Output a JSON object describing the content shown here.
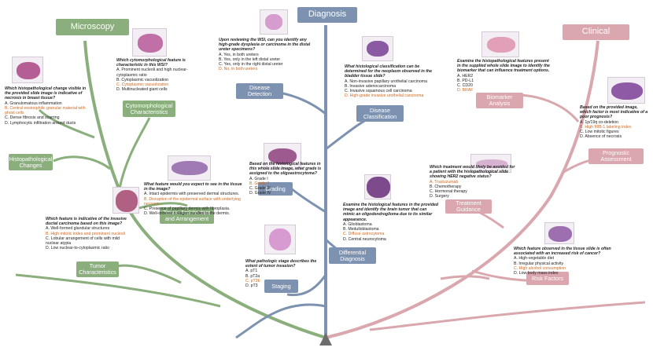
{
  "colors": {
    "microscopy": "#8aae7c",
    "diagnosis": "#7d92b0",
    "clinical": "#d9a7ad",
    "answer": "#d2691e",
    "trunk": "#6d6d6d"
  },
  "main": {
    "microscopy": "Microscopy",
    "diagnosis": "Diagnosis",
    "clinical": "Clinical"
  },
  "tasks": {
    "histo": "Histopathological Changes",
    "cyto": "Cytomorphological Characteristics",
    "tissue": "Tissue Architecture and Arrangement",
    "tumor": "Tumor Characteristics",
    "detect": "Disease Detection",
    "classif": "Disease Classification",
    "grading": "Grading",
    "staging": "Staging",
    "diff": "Differential Diagnosis",
    "biomarker": "Biomarker Analysis",
    "prognostic": "Prognostic Assessment",
    "treatment": "Treatment Guidance",
    "risk": "Risk Factors"
  },
  "questions": {
    "q1": {
      "q": "Which histopathological change visible in the provided slide image is indicative of necrosis in breast tissue?",
      "opts": [
        "A. Granulomatous inflammation",
        "B. Central eosinophilic granular material with ghost cells",
        "C. Dense fibrosis and scarring",
        "D. Lymphocytic infiltration around ducts"
      ]
    },
    "q2": {
      "q": "Which cytomorphological feature is characteristic in this WSI?",
      "opts": [
        "A. Prominent nucleoli and high nuclear-cytoplasmic ratio",
        "B. Cytoplasmic vacuolization",
        "C. Cytoplasmic vacuolization",
        "D. Multinucleated giant cells"
      ]
    },
    "q3": {
      "q": "What feature would you expect to see in the tissue in the image?",
      "opts": [
        "A. Intact epidermis with preserved dermal structures.",
        "B. Disruption of the epidermal surface with underlying necrosis.",
        "C. Presence of papillary dermis with fibroplasia.",
        "D. Well-ordered collagen bundles in the dermis."
      ]
    },
    "q4": {
      "q": "Which feature is indicative of the invasive ductal carcinoma based on this image?",
      "opts": [
        "A. Well-formed glandular structures",
        "B. High mitotic index and prominent nucleoli",
        "C. Lobular arrangement of cells with mild nuclear atypia",
        "D. Low nuclear-to-cytoplasmic ratio"
      ]
    },
    "q5": {
      "q": "Upon reviewing the WSI, can you identify any high-grade dysplasia or carcinoma in the distal ureter specimens?",
      "opts": [
        "A. Yes, in both ureters",
        "B. Yes, only in the left distal ureter",
        "C. Yes, only in the right distal ureter",
        "D. No, in both ureters"
      ]
    },
    "q6": {
      "q": "What histological classification can be determined for the neoplasm observed in the bladder tissue slide?",
      "opts": [
        "A. Non-invasive papillary urothelial carcinoma",
        "B. Invasive adenocarcinoma",
        "C. Invasive squamous cell carcinoma",
        "D. High-grade invasive urothelial carcinoma"
      ]
    },
    "q7": {
      "q": "Based on the histological features in this whole slide image, what grade is assigned to the oligoastrocytoma?",
      "opts": [
        "A. Grade I",
        "B. Grade II",
        "C. Grade III",
        "D. Grade IV"
      ]
    },
    "q8": {
      "q": "What pathologic stage describes the extent of tumor invasion?",
      "opts": [
        "A. pT1",
        "B. pT2a",
        "C. pT3b",
        "D. pT3"
      ]
    },
    "q9": {
      "q": "Examine the histological features in the provided image and identify the brain tumor that can mimic an oligodendroglioma due to its similar appearance.",
      "opts": [
        "A. Glioblastoma",
        "B. Medulloblastoma",
        "C. Diffuse astrocytoma",
        "D. Central neurocytoma"
      ]
    },
    "q10": {
      "q": "Examine the histopathological features present in the supplied whole slide image to identify the biomarker that can influence treatment options.",
      "opts": [
        "A. HER2",
        "B. PD-L1",
        "C. CD20",
        "D. BRAF"
      ]
    },
    "q11": {
      "q": "Based on the provided image, which factor is most indicative of a poor prognosis?",
      "opts": [
        "A. 1p/19q co-deletion",
        "B. High MIB-1 labeling index",
        "C. Low mitotic figures",
        "D. Absence of necrosis"
      ]
    },
    "q12": {
      "q": "Which treatment would likely be avoided for a patient with the histopathological slide showing HER2 negative status?",
      "opts": [
        "A. Trastuzumab",
        "B. Chemotherapy",
        "C. Hormonal therapy",
        "D. Surgery"
      ]
    },
    "q13": {
      "q": "Which feature observed in the tissue slide is often associated with an increased risk of cancer?",
      "opts": [
        "A. High-vegetable diet",
        "B. Irregular physical activity",
        "C. High alcohol consumption",
        "D. Low body mass index"
      ]
    }
  }
}
